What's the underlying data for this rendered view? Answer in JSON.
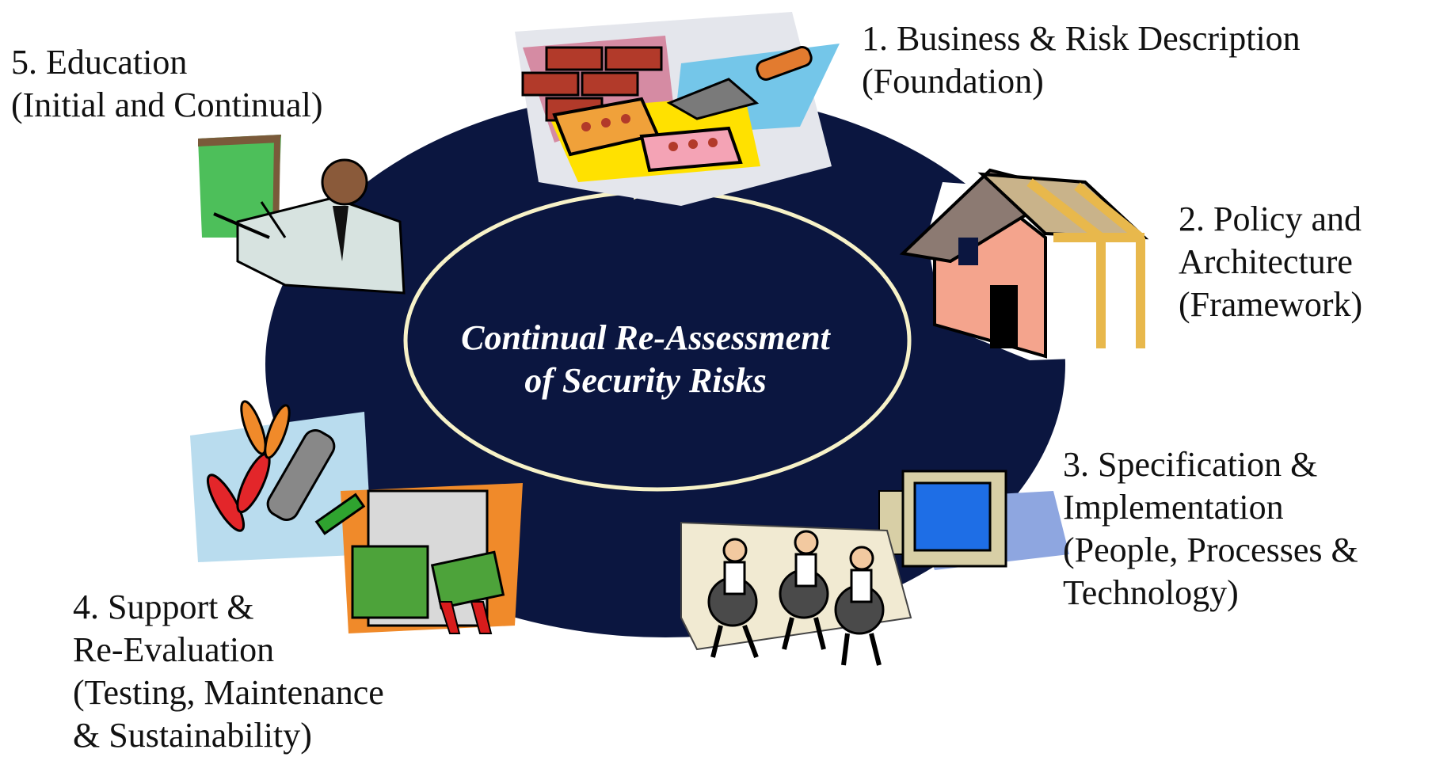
{
  "center": {
    "line1": "Continual Re-Assessment",
    "line2": "of Security Risks"
  },
  "steps": [
    {
      "line1": "1. Business & Risk Description",
      "line2": "(Foundation)"
    },
    {
      "line1": "2. Policy and",
      "line2": "Architecture",
      "line3": "(Framework)"
    },
    {
      "line1": "3. Specification &",
      "line2": "Implementation",
      "line3": "(People, Processes &",
      "line4": "Technology)"
    },
    {
      "line1": "4. Support &",
      "line2": "Re-Evaluation",
      "line3": "(Testing, Maintenance",
      "line4": "& Sustainability)"
    },
    {
      "line1": "5. Education",
      "line2": "(Initial and Continual)"
    }
  ],
  "icons": {
    "step1": "bricks-trowel-icon",
    "step2": "house-framework-icon",
    "step3": "people-gears-computer-icon",
    "step4": "tools-circuit-board-icon",
    "step5": "teacher-presenting-icon"
  },
  "colors": {
    "cycle_fill": "#0b1640",
    "inner_ring": "#f7f2c8",
    "text_center": "#ffffff"
  }
}
